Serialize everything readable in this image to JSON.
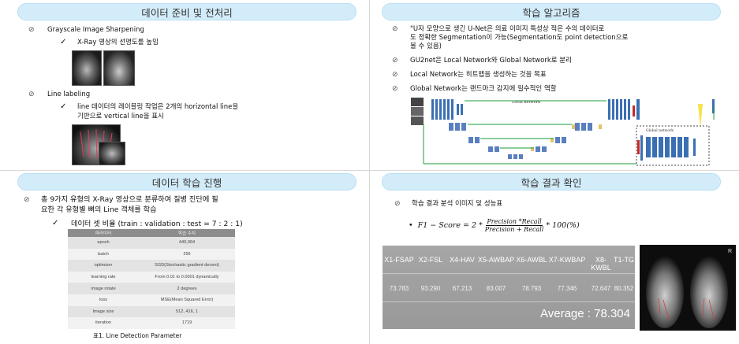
{
  "panels": {
    "data_prep": {
      "title": "데이터 준비 및 전처리",
      "item1": "Grayscale Image Sharpening",
      "item1_sub": "X-Ray 영상의 선명도를 높임",
      "item2": "Line labeling",
      "item2_sub_line1": "line 데이터의 레이블링 작업은 2개의 horizontal line을",
      "item2_sub_line2": "기반으로 vertical line을 표시"
    },
    "algorithm": {
      "title": "학습 알고리즘",
      "b1_line1": "\"U자 모양으로 생긴 U-Net은 의료 이미지 특성상 적은 수의 데이터로",
      "b1_line2": "도 정확한 Segmentation이 가능(Segmentation도 point detection으로",
      "b1_line3": "볼 수 있음)",
      "b2": "GU2net은 Local Network와 Global Network로 분리",
      "b3": "Local Network는 히트맵을 생성하는 것을 목표",
      "b4": "Global Network는 랜드마크 감지에 필수적인 역할",
      "local_label": "Local network",
      "global_label": "Global network"
    },
    "training": {
      "title": "데이터 학습 진행",
      "b1_line1": "총 9가지 유형의 X-Ray 영상으로 분류하여 질병 진단에 필",
      "b1_line2": "요한 각 유형별 뼈의 Line 객체를 학습",
      "sub": "데이터 셋 비율 (train : validation : test = 7 : 2 : 1)",
      "table_header": [
        "파라미터",
        "학습 수치"
      ],
      "table_rows": [
        [
          "epoch",
          "440,064"
        ],
        [
          "batch",
          "256"
        ],
        [
          "optimizer",
          "SGD(Stochastic gradient decent)"
        ],
        [
          "learning rate",
          "From 0.01 to 0.0001 dynamically"
        ],
        [
          "Image rotate",
          "2 degrees"
        ],
        [
          "loss",
          "MSE(Mean Squared Error)"
        ],
        [
          "Image size",
          "512, 416, 1"
        ],
        [
          "iteration",
          "1719"
        ]
      ],
      "caption": "표1. Line Detection Parameter"
    },
    "results": {
      "title": "학습 결과 확인",
      "b1": "학습 결과 분석 이미지 및 성능표",
      "formula_lhs": "F1 − Score = 2 *",
      "formula_num": "Precision *Recall",
      "formula_den": "Precision + Recall",
      "formula_rhs": "* 100(%)",
      "headers": [
        "X1-FSAP",
        "X2-FSL",
        "X4-HAV",
        "X5-AWBAP",
        "X6-AWBL",
        "X7-KWBAP",
        "X8-KWBL",
        "T1-TG"
      ],
      "values": [
        "73.783",
        "93.290",
        "67.213",
        "83.007",
        "78.793",
        "77.346",
        "72.647",
        "80.352"
      ],
      "average_label": "Average : 78.304",
      "xray_marker": "R"
    }
  }
}
